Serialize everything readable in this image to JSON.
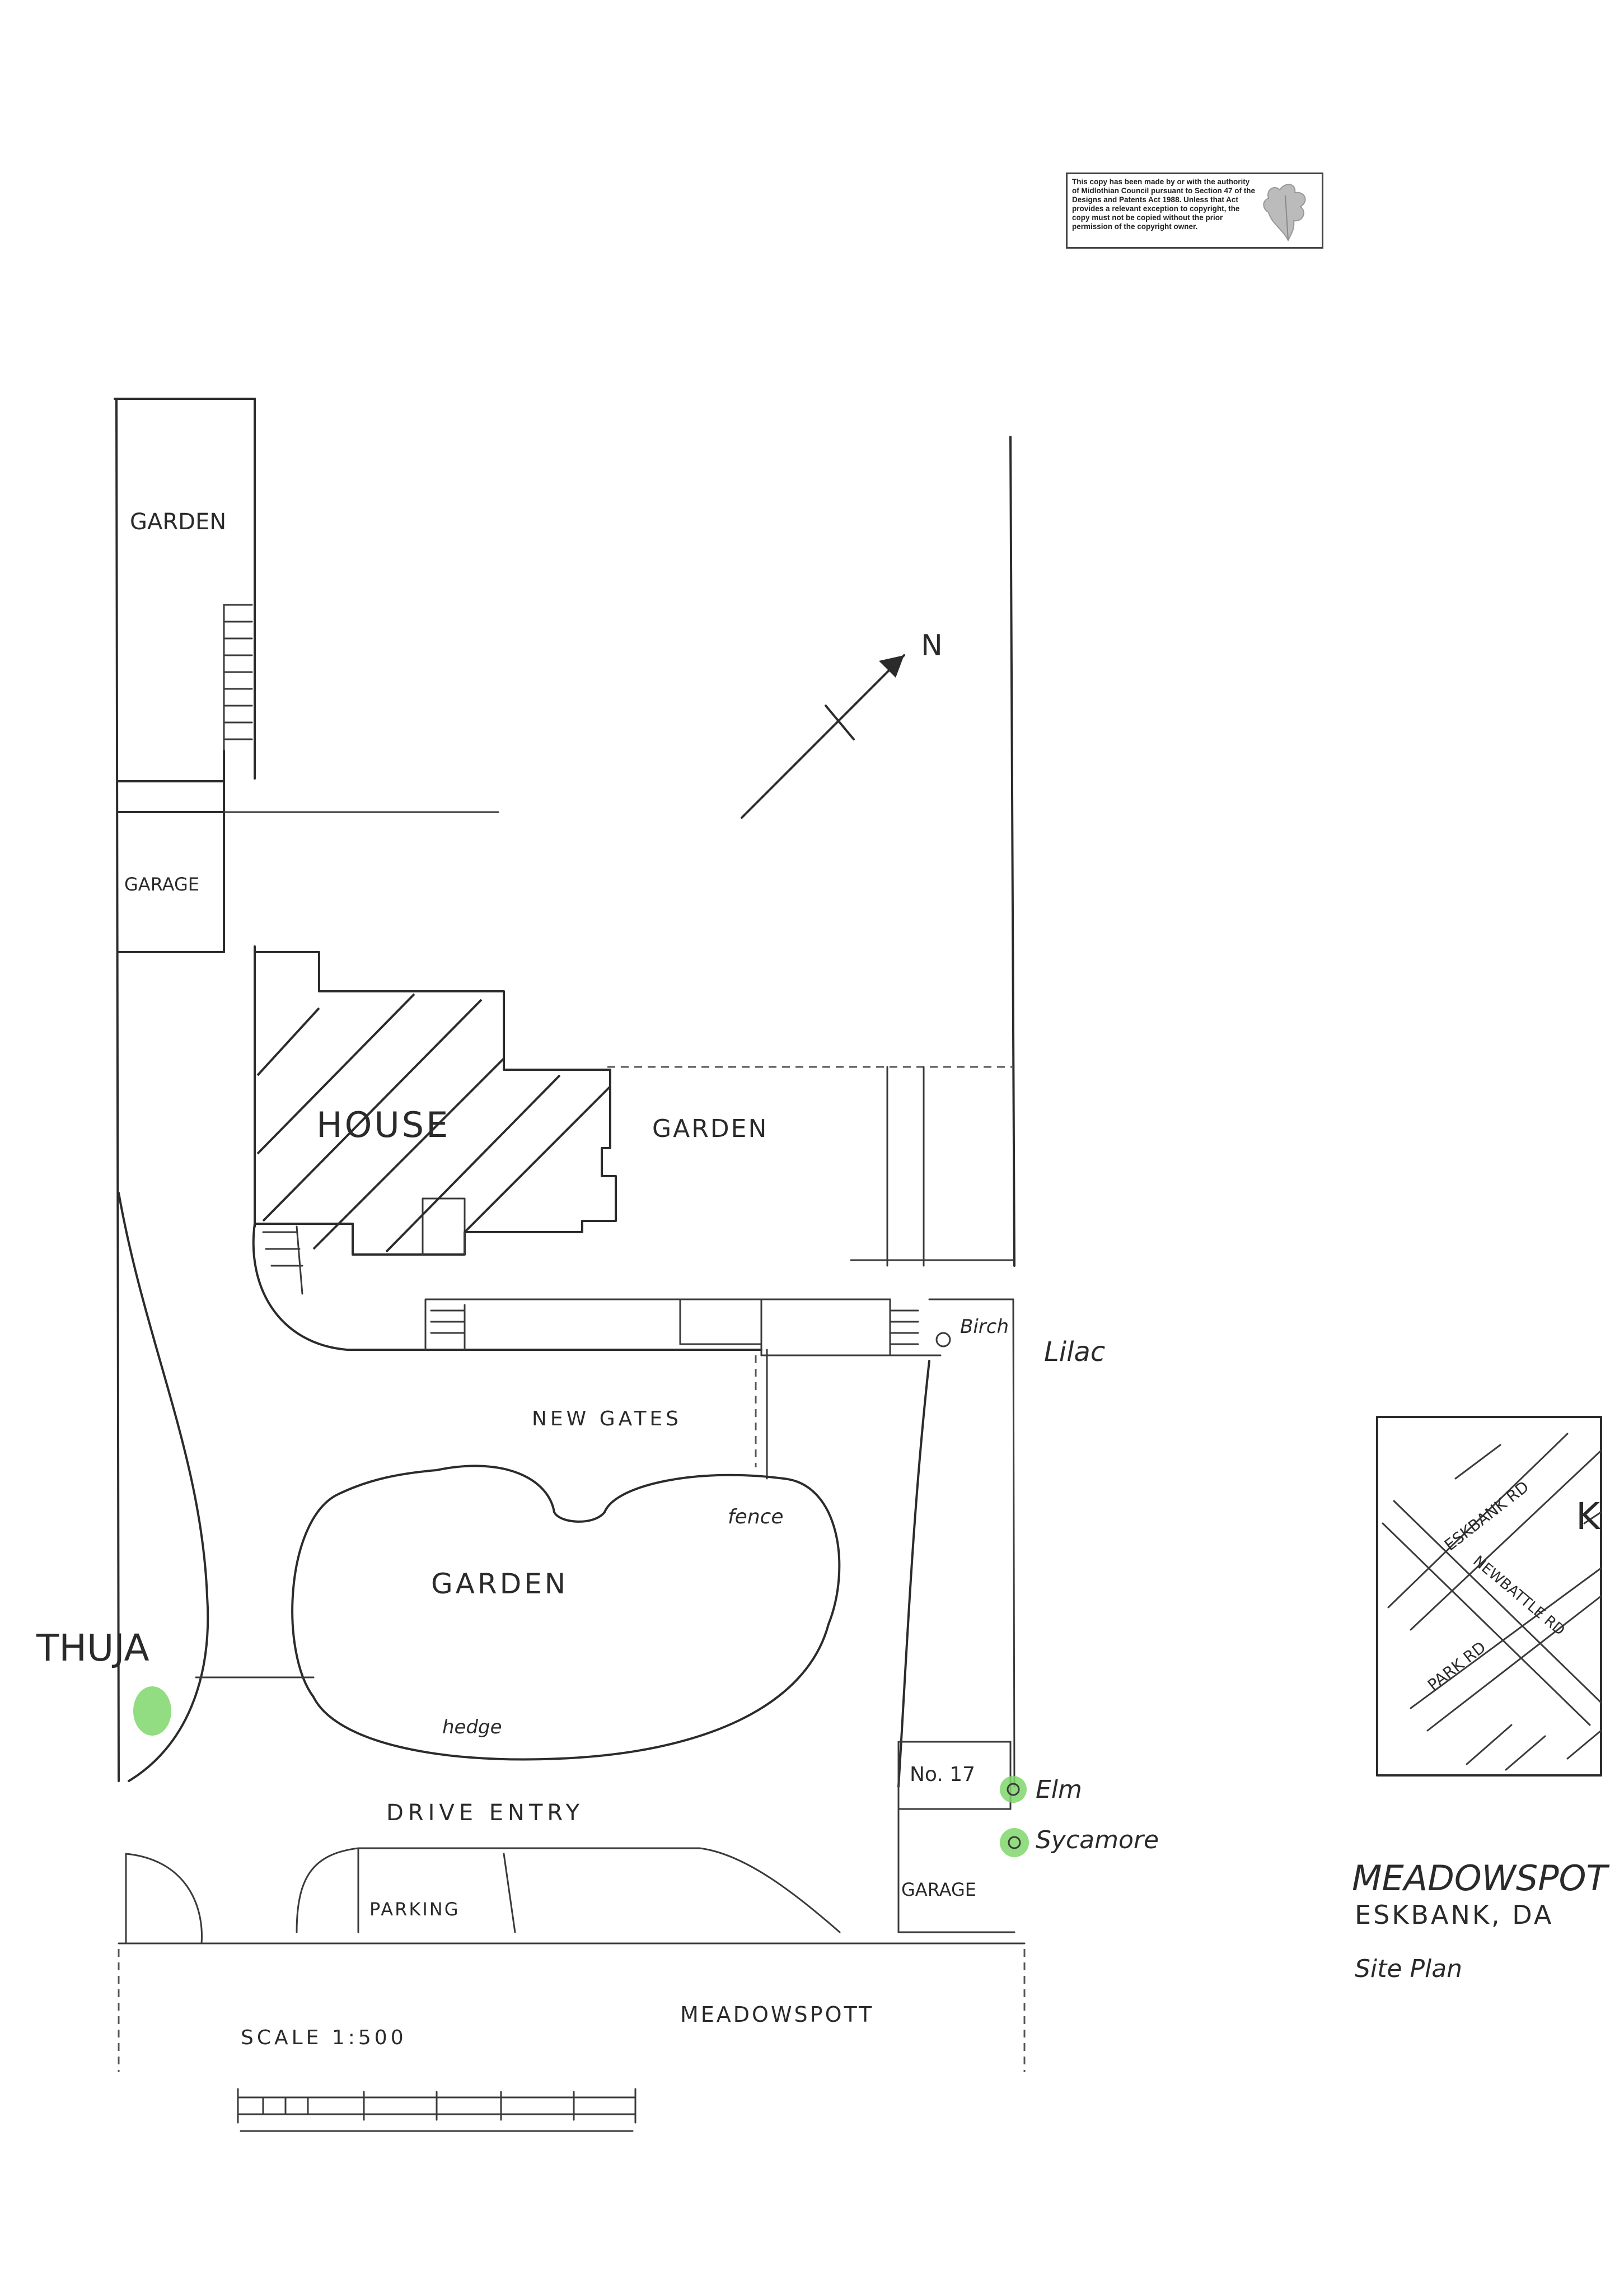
{
  "copyright_notice": "This copy has been made by or with the authority of Midlothian Council pursuant to Section 47 of the Designs and Patents Act 1988. Unless that Act provides a relevant exception to copyright, the copy must not be copied without the prior permission of the copyright owner.",
  "labels": {
    "garden_top": "GARDEN",
    "garage_left": "GARAGE",
    "house": "HOUSE",
    "garden_right": "GARDEN",
    "new_gates": "NEW GATES",
    "fence": "fence",
    "garden_center": "GARDEN",
    "hedge": "hedge",
    "drive_entry": "DRIVE ENTRY",
    "parking": "PARKING",
    "no17": "No. 17",
    "garage_right": "GARAGE",
    "road": "MEADOWSPOTT",
    "scale": "SCALE 1:500",
    "north": "N"
  },
  "trees": {
    "thuja": "THUJA",
    "birch": "Birch",
    "lilac": "Lilac",
    "elm": "Elm",
    "sycamore": "Sycamore"
  },
  "location_map": {
    "road1": "ESKBANK RD",
    "road2": "NEWBATTLE RD",
    "road3": "PARK RD",
    "letter": "K"
  },
  "title_block": {
    "title": "MEADOWSPOT",
    "subtitle": "ESKBANK, DA",
    "plan_type": "Site Plan"
  },
  "colors": {
    "ink": "#2b2b2b",
    "tree_marker": "#7fd66b"
  }
}
